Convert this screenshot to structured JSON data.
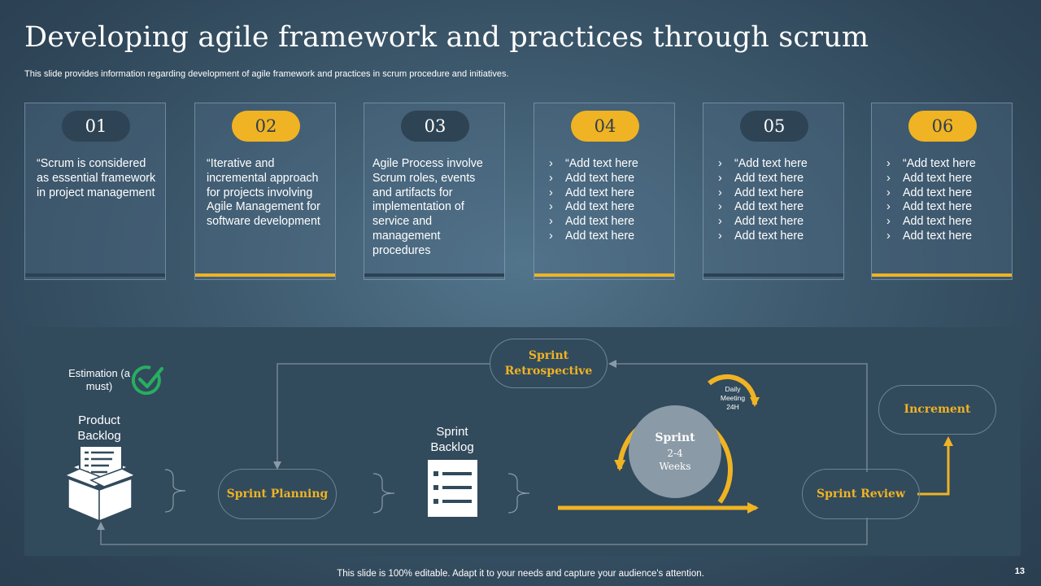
{
  "title": "Developing agile framework and practices through scrum",
  "subtitle": "This slide provides information regarding development of agile framework and practices in scrum procedure and initiatives.",
  "cards": [
    {
      "number": "01",
      "text": "“Scrum is considered as essential framework in project management"
    },
    {
      "number": "02",
      "text": "“Iterative and incremental approach for projects involving Agile Management for software development"
    },
    {
      "number": "03",
      "text": "Agile Process involve Scrum roles, events and artifacts for implementation of service and management procedures"
    },
    {
      "number": "04",
      "items": [
        "“Add text here",
        "Add text here",
        "Add text here",
        "Add text here",
        "Add text here",
        "Add text here"
      ]
    },
    {
      "number": "05",
      "items": [
        "“Add text here",
        "Add text here",
        "Add text here",
        "Add text here",
        "Add text here",
        "Add text here"
      ]
    },
    {
      "number": "06",
      "items": [
        "“Add text here",
        "Add text here",
        "Add text here",
        "Add text here",
        "Add text here",
        "Add text here"
      ]
    }
  ],
  "diagram": {
    "estimation": "Estimation (a must)",
    "product_backlog": "Product Backlog",
    "sprint_backlog": "Sprint Backlog",
    "sprint_planning": "Sprint Planning",
    "sprint_retrospective": "Sprint Retrospective",
    "sprint_title": "Sprint",
    "sprint_duration": "2-4",
    "sprint_unit": "Weeks",
    "daily_meeting": "Daily Meeting 24H",
    "increment": "Increment",
    "sprint_review": "Sprint Review"
  },
  "footer": "This slide is 100% editable. Adapt it to your needs and capture your audience's attention.",
  "page_number": "13",
  "colors": {
    "accent": "#f0b323",
    "dark": "#2e4353",
    "panel": "#314a5c",
    "check": "#27ae60"
  }
}
